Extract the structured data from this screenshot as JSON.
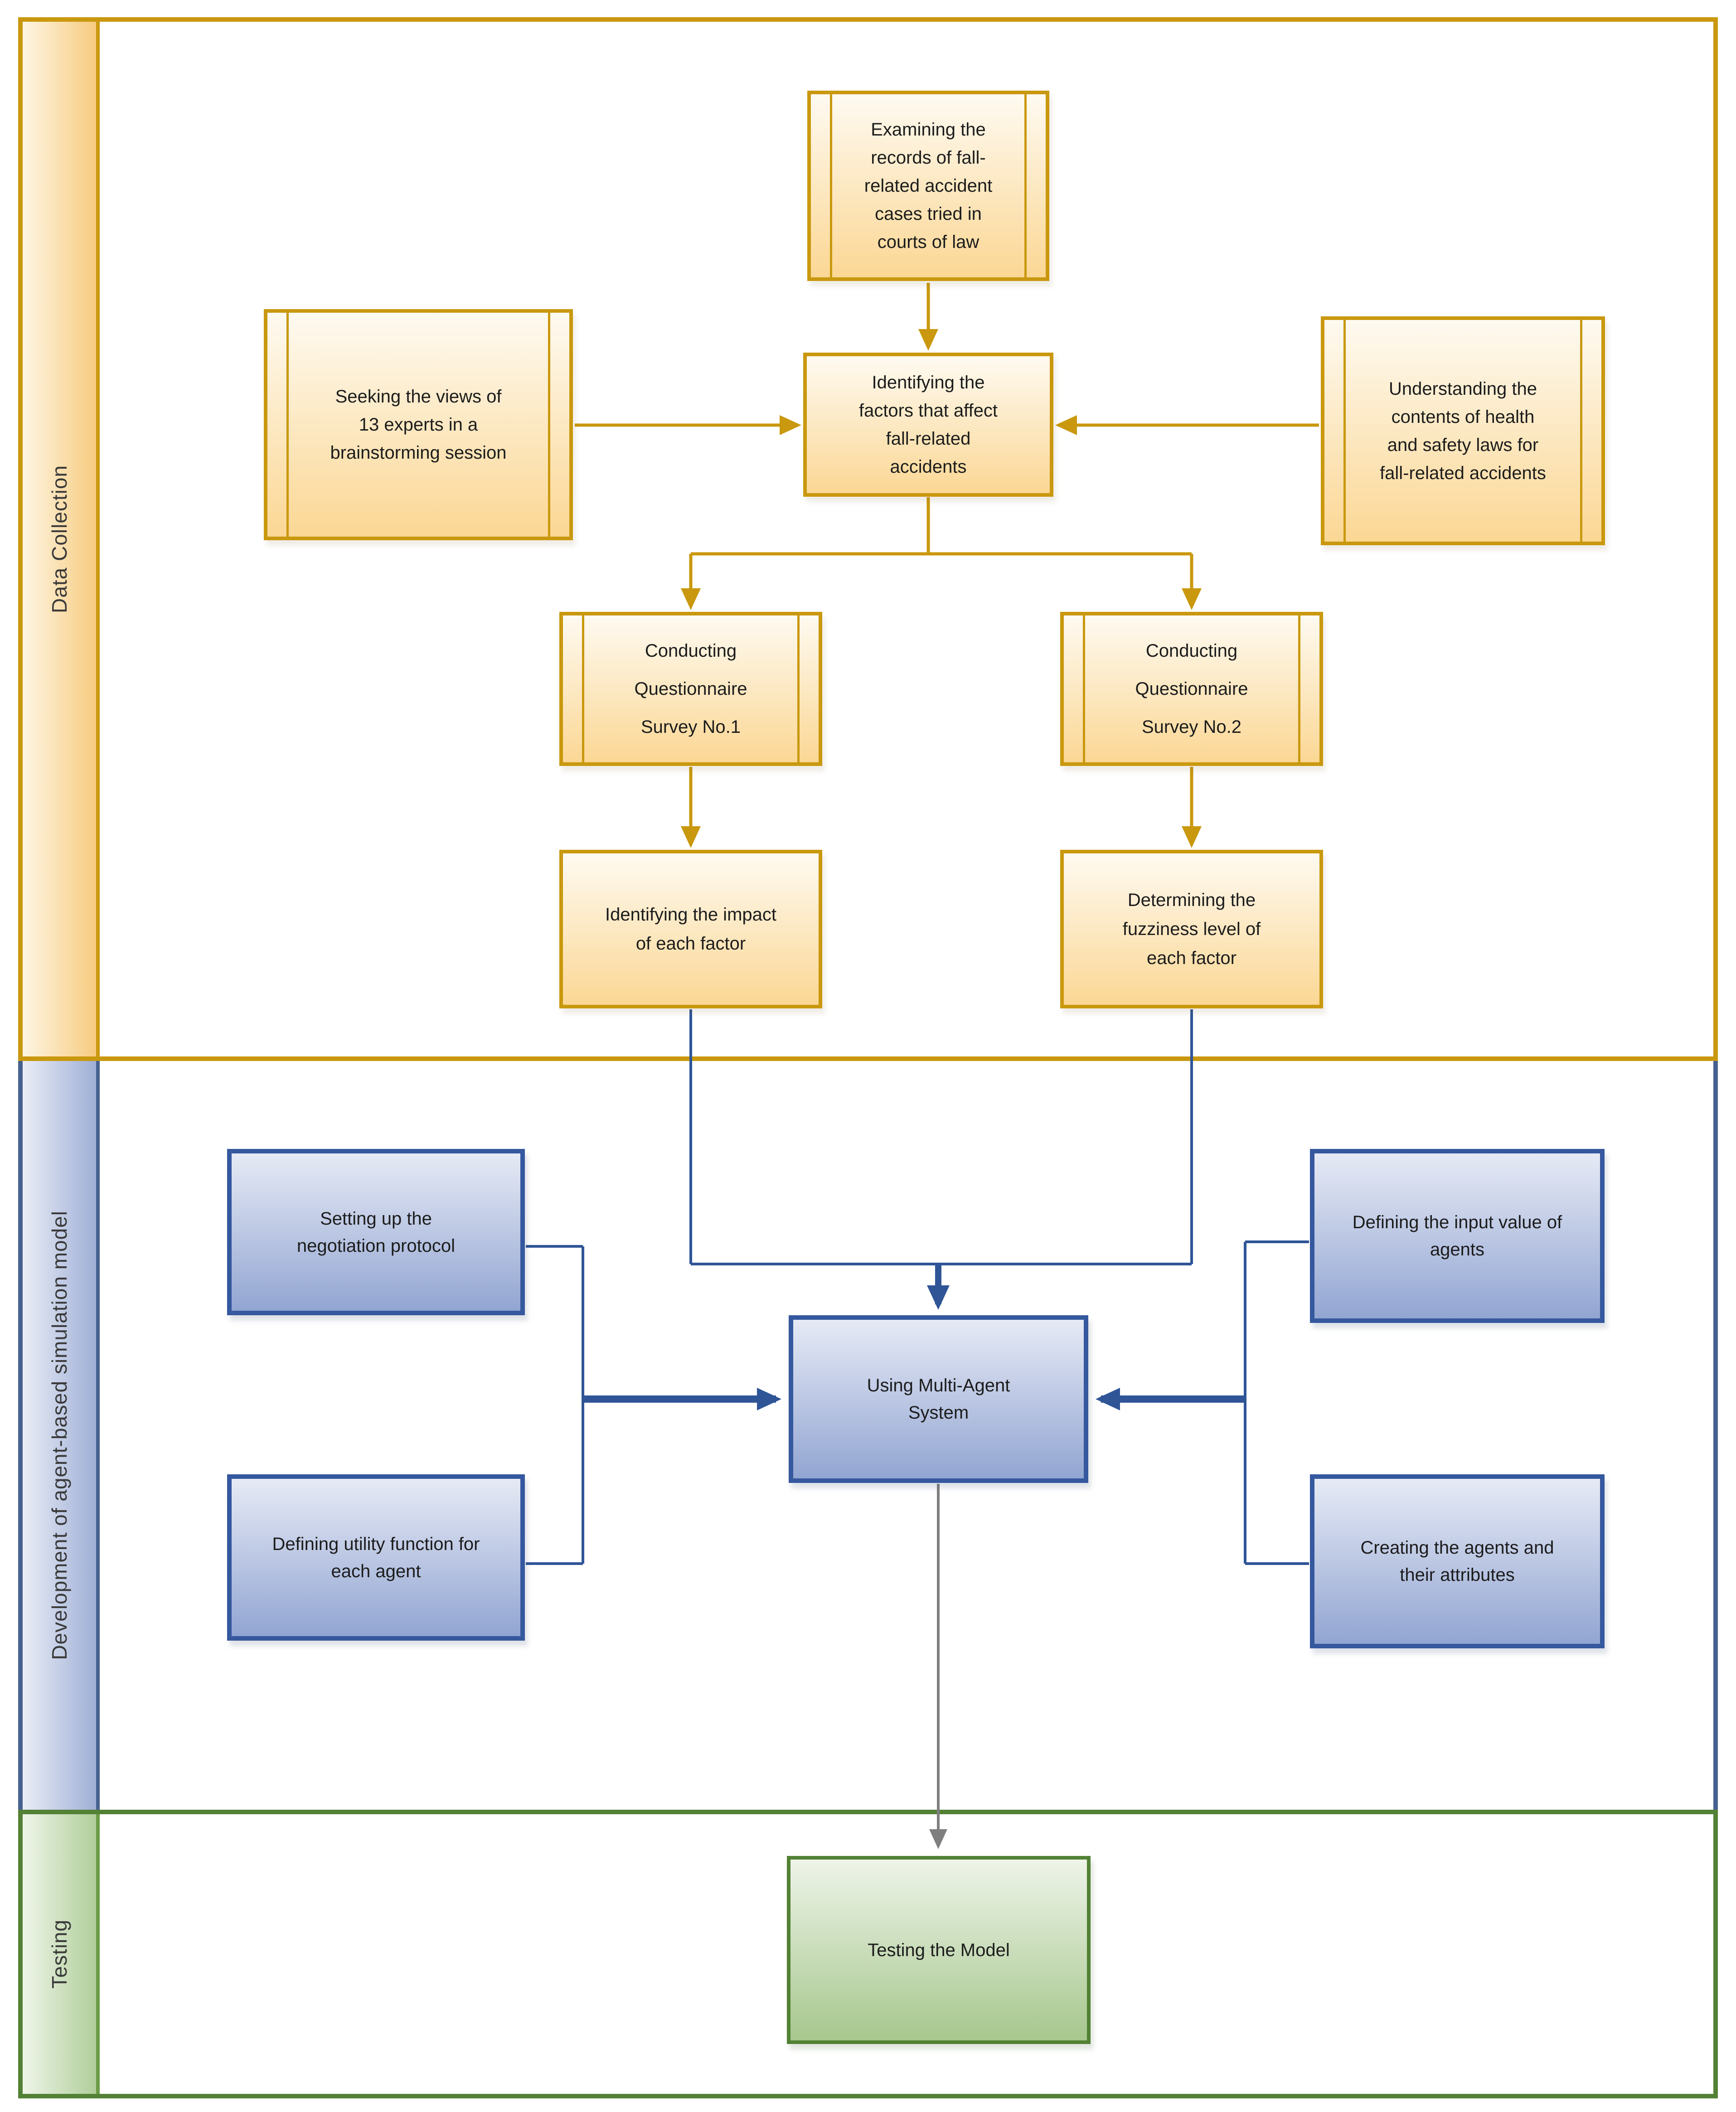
{
  "lanes": [
    {
      "label": "Data Collection"
    },
    {
      "label": "Development of agent-based simulation model"
    },
    {
      "label": "Testing"
    }
  ],
  "nodes": {
    "examining": {
      "label": "Examining the records of fall-related accident cases tried in courts of law"
    },
    "seeking": {
      "label": "Seeking the views of 13 experts in a brainstorming session"
    },
    "factors": {
      "label": "Identifying the factors that affect fall-related accidents"
    },
    "understanding": {
      "label": "Understanding the contents of health and safety laws for fall-related accidents"
    },
    "survey1": {
      "label": "Conducting Questionnaire Survey No.1"
    },
    "survey2": {
      "label": "Conducting Questionnaire Survey No.2"
    },
    "impact": {
      "label": "Identifying the impact of each factor"
    },
    "fuzziness": {
      "label": "Determining the fuzziness level of each factor"
    },
    "negotiation": {
      "label": "Setting up the negotiation protocol"
    },
    "utility": {
      "label": "Defining utility function for each agent"
    },
    "mas": {
      "label": "Using Multi-Agent System"
    },
    "input_value": {
      "label": "Defining the input value of agents"
    },
    "creating_agents": {
      "label": "Creating the agents and their attributes"
    },
    "testing_model": {
      "label": "Testing the Model"
    }
  },
  "colors": {
    "gold_line": "#C9980E",
    "gold_fill_top": "#FEFAF1",
    "gold_fill_bottom": "#FBD794",
    "blue_border": "#35589E",
    "blue_line": "#2F5597",
    "blue_fill_top": "#E6EAF5",
    "blue_fill_bottom": "#92A5D2",
    "green_border": "#538135",
    "green_fill_top": "#EEF4E9",
    "green_fill_bottom": "#A6C78D",
    "gray_arrow": "#7F7F7F"
  }
}
